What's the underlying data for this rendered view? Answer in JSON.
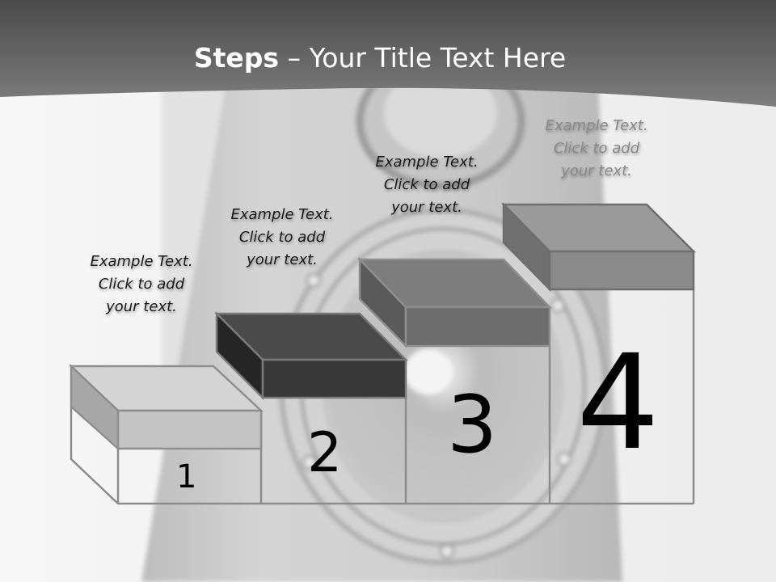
{
  "slide": {
    "title_strong": "Steps",
    "title_rest": " – Your Title Text Here"
  },
  "steps": [
    {
      "number": "1",
      "text_line1": "Example Text.",
      "text_line2": "Click  to add",
      "text_line3": "your text."
    },
    {
      "number": "2",
      "text_line1": "Example Text.",
      "text_line2": "Click  to add",
      "text_line3": "your text."
    },
    {
      "number": "3",
      "text_line1": "Example Text.",
      "text_line2": "Click  to add",
      "text_line3": "your text."
    },
    {
      "number": "4",
      "text_line1": "Example Text.",
      "text_line2": "Click  to add",
      "text_line3": "your text."
    }
  ],
  "colors": {
    "header": "#6a6a6a",
    "step1_lid": "#cfcfcf",
    "step2_lid": "#3a3a3a",
    "step3_lid": "#6e6e6e",
    "step4_lid": "#8a8a8a",
    "outline": "#8c8c8c"
  }
}
